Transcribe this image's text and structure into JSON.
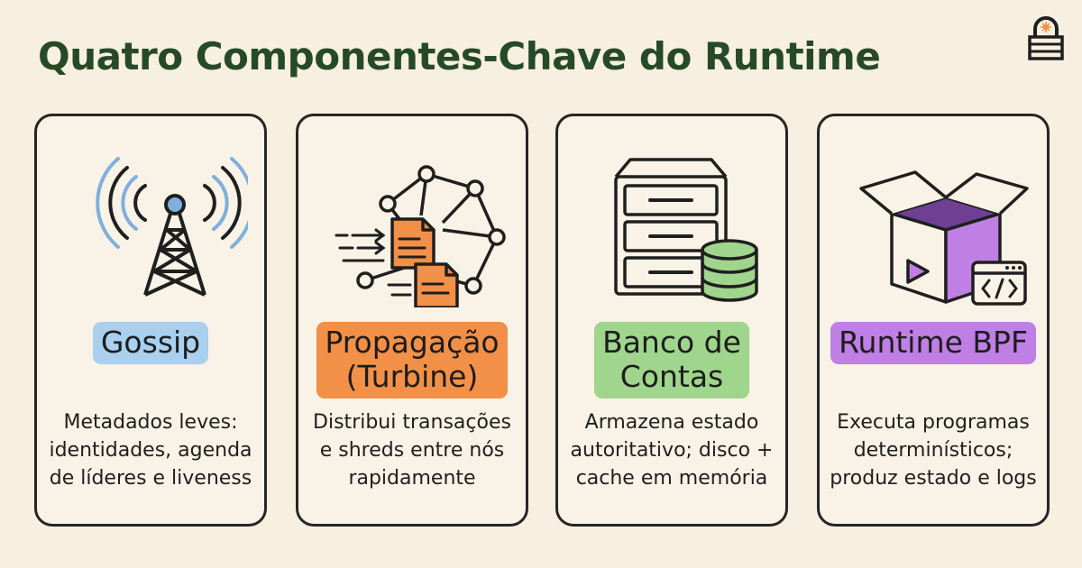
{
  "title": "Quatro Componentes-Chave do Runtime",
  "colors": {
    "title": "#264a26",
    "blue": "#a9d0ee",
    "orange": "#f29048",
    "green": "#9fd58c",
    "purple": "#c07fe4"
  },
  "cards": [
    {
      "icon": "radio-tower-icon",
      "title_lines": [
        "Gossip"
      ],
      "badge_color": "#a9d0ee",
      "desc_lines": [
        "Metadados leves:",
        "identidades, agenda",
        "de líderes e liveness"
      ]
    },
    {
      "icon": "network-propagation-icon",
      "title_lines": [
        "Propagação",
        "(Turbine)"
      ],
      "badge_color": "#f29048",
      "desc_lines": [
        "Distribui transações",
        "e shreds entre nós",
        "rapidamente"
      ]
    },
    {
      "icon": "filing-cabinet-database-icon",
      "title_lines": [
        "Banco de",
        "Contas"
      ],
      "badge_color": "#9fd58c",
      "desc_lines": [
        "Armazena estado",
        "autoritativo; disco +",
        "cache em memória"
      ]
    },
    {
      "icon": "box-code-window-icon",
      "title_lines": [
        "Runtime BPF"
      ],
      "badge_color": "#c07fe4",
      "desc_lines": [
        "Executa programas",
        "determinísticos;",
        "produz estado e logs"
      ]
    }
  ]
}
